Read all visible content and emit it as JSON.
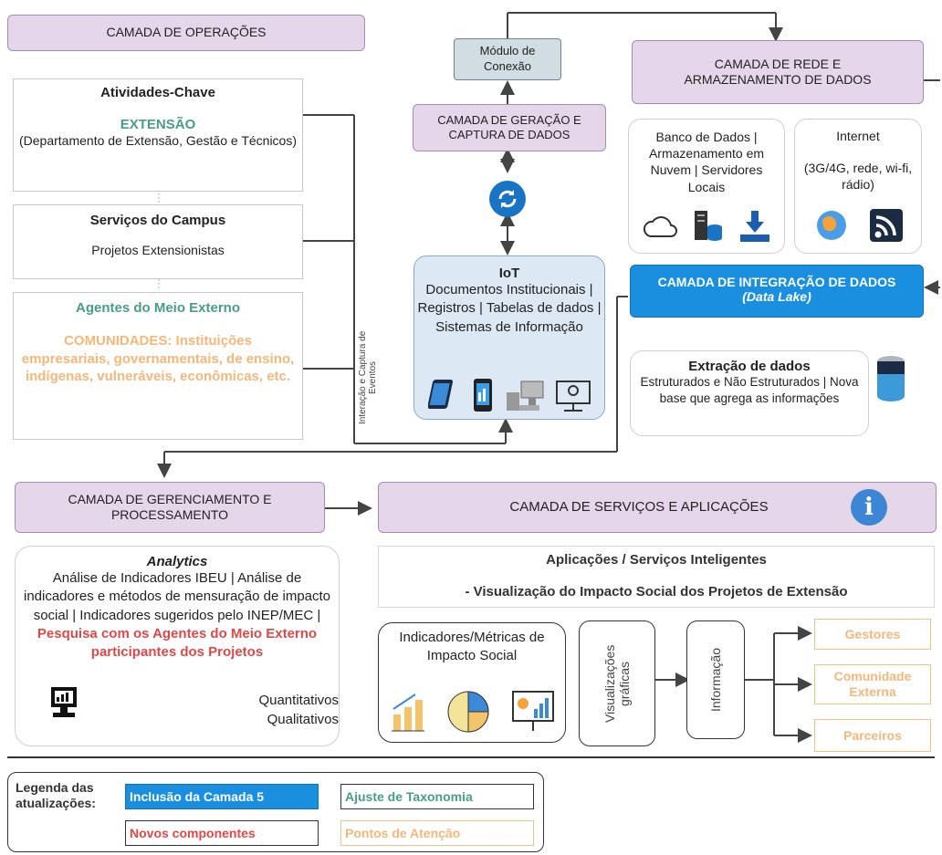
{
  "operations": {
    "title": "CAMADA DE OPERAÇÕES",
    "activities_title": "Atividades-Chave",
    "extension": "EXTENSÃO",
    "extension_desc": "(Departamento de Extensão, Gestão e Técnicos)",
    "services_title": "Serviços do Campus",
    "services_desc": "Projetos Extensionistas",
    "agents_title": "Agentes do Meio Externo",
    "communities": "COMUNIDADES: Instituições empresariais, governamentais, de ensino, indígenas, vulneráveis, econômicas, etc."
  },
  "interaction_label": "Interação e Captura de Eventos",
  "connection_module": "Módulo de Conexão",
  "generation": {
    "title": "CAMADA DE GERAÇÃO E CAPTURA DE DADOS",
    "iot_title": "IoT",
    "iot_desc": "Documentos Institucionais | Registros | Tabelas de dados | Sistemas de Informação"
  },
  "network": {
    "title": "CAMADA DE REDE E ARMAZENAMENTO DE DADOS",
    "db_desc": "Banco de Dados | Armazenamento em Nuvem | Servidores Locais",
    "internet_title": "Internet",
    "internet_desc": "(3G/4G, rede, wi-fi, rádio)"
  },
  "integration": {
    "title": "CAMADA DE INTEGRAÇÃO DE DADOS",
    "subtitle": "(Data Lake)",
    "extract_title": "Extração de dados",
    "extract_desc": "Estruturados e Não Estruturados | Nova base que agrega as informações"
  },
  "management": {
    "title": "CAMADA DE GERENCIAMENTO E PROCESSAMENTO",
    "analytics_title": "Analytics",
    "analytics_desc": "Análise de Indicadores IBEU | Análise de indicadores e métodos de mensuração de impacto social | Indicadores sugeridos pelo INEP/MEC |",
    "analytics_red": "Pesquisa com os Agentes do Meio Externo participantes dos Projetos",
    "quant": "Quantitativos",
    "qual": "Qualitativos"
  },
  "services": {
    "title": "CAMADA DE SERVIÇOS E APLICAÇÕES",
    "apps_title": "Aplicações / Serviços Inteligentes",
    "apps_desc": "- Visualização do Impacto Social dos Projetos de Extensão",
    "metrics_title": "Indicadores/Métricas de Impacto Social",
    "viz_label": "Visualizações gráficas",
    "info_label": "Informação",
    "outputs": [
      "Gestores",
      "Comunidade Externa",
      "Parceiros"
    ]
  },
  "legend": {
    "title": "Legenda das atualizações:",
    "items": [
      "Inclusão da Camada 5",
      "Ajuste de Taxonomia",
      "Novos componentes",
      "Pontos de Atenção"
    ]
  },
  "colors": {
    "layer_fill": "#e6d6ea",
    "integration_blue": "#1a8fe0",
    "teal": "#4a9c8a",
    "orange": "#f4b77a",
    "red": "#e04848"
  }
}
